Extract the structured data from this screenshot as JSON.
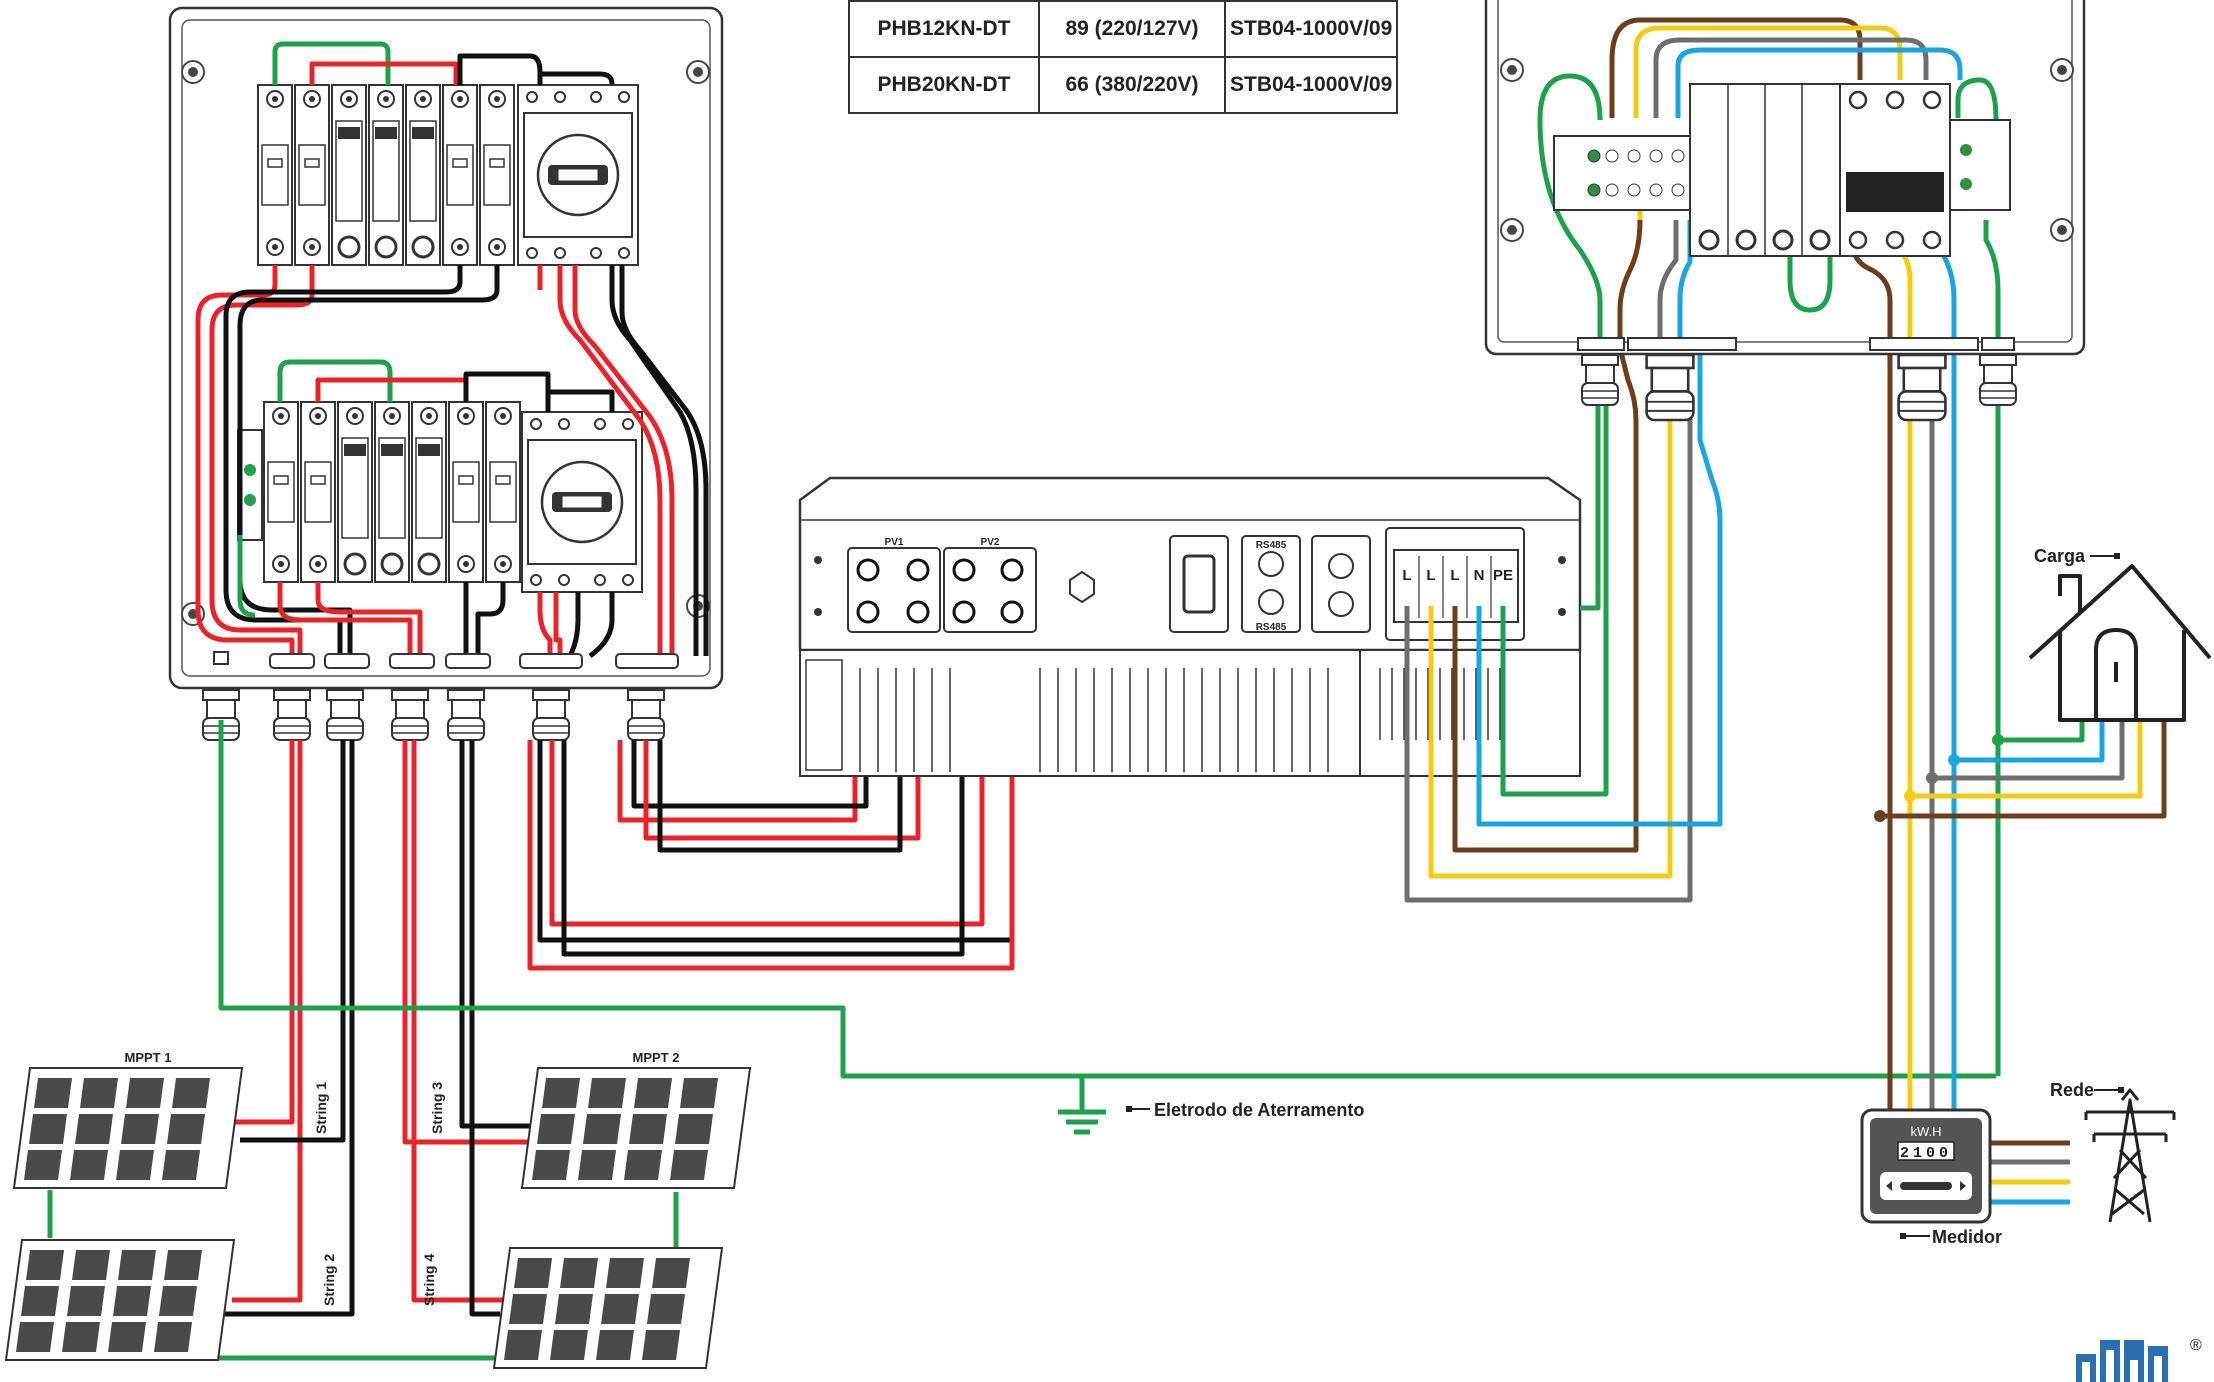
{
  "table": {
    "rows": [
      [
        "PHB12KN-DT",
        "89 (220/127V)",
        "STB04-1000V/09"
      ],
      [
        "PHB20KN-DT",
        "66 (380/220V)",
        "STB04-1000V/09"
      ]
    ]
  },
  "labels": {
    "mppt1": "MPPT 1",
    "mppt2": "MPPT 2",
    "string1": "String 1",
    "string2": "String 2",
    "string3": "String 3",
    "string4": "String 4",
    "ground": "Eletrodo de Aterramento",
    "load": "Carga",
    "grid": "Rede",
    "meter": "Medidor",
    "meter_unit": "kW.H",
    "meter_reading": "2100",
    "pv1": "PV1",
    "pv2": "PV2",
    "rs485_top": "RS485",
    "rs485_bottom": "RS485",
    "terminals": [
      "L",
      "L",
      "L",
      "N",
      "PE"
    ],
    "registered": "®"
  },
  "wire_colors": {
    "positive": "#e8232a",
    "negative": "#111111",
    "ground": "#1ea14b",
    "brown": "#6b3e1f",
    "yellow": "#f2cc12",
    "grey": "#6e6e6e",
    "blue": "#1aa5e0",
    "panel": "#4a4a4a"
  }
}
